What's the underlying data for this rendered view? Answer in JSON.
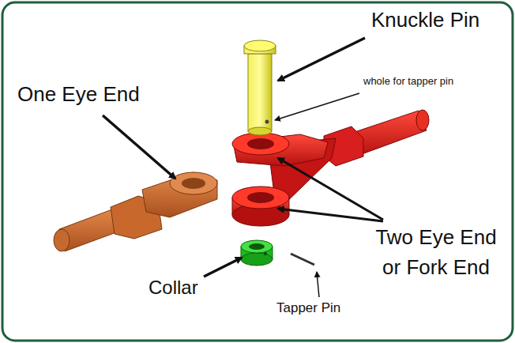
{
  "diagram": {
    "labels": [
      "Knuckle Pin",
      "whole for tapper pin",
      "One Eye End",
      "Two Eye End or Fork End",
      "Collar",
      "Tapper Pin"
    ]
  }
}
